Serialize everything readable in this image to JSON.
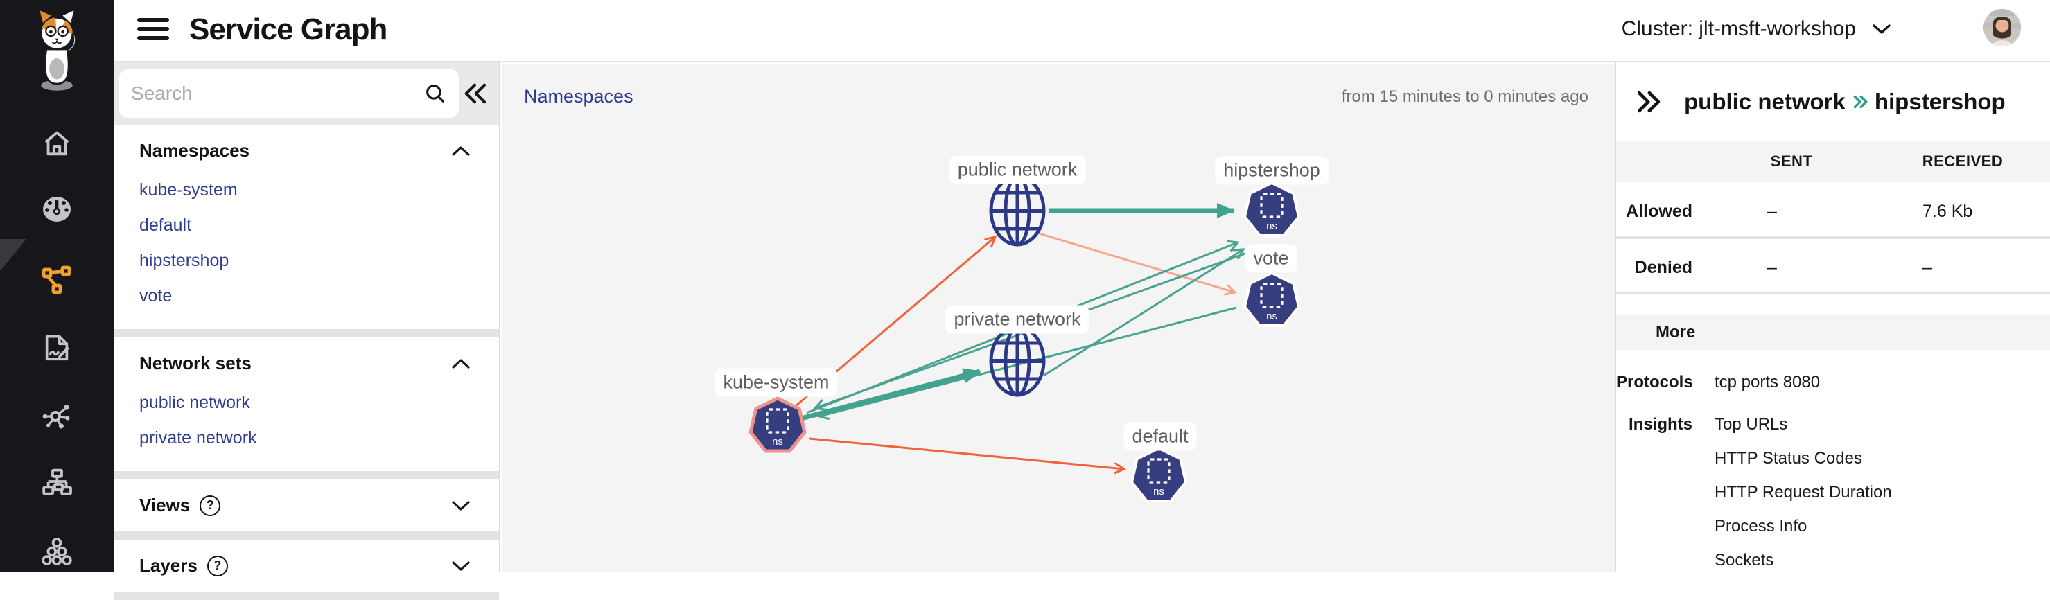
{
  "topbar": {
    "title": "Service Graph",
    "cluster_label": "Cluster: jlt-msft-workshop"
  },
  "sidebar": {
    "logo": "calico-cat",
    "icons": [
      {
        "name": "home"
      },
      {
        "name": "dashboard-gauge"
      },
      {
        "name": "service-graph",
        "active": true
      },
      {
        "name": "policies-report"
      },
      {
        "name": "flow-visualizer"
      },
      {
        "name": "network-hierarchy"
      },
      {
        "name": "clusters"
      }
    ],
    "active_color": "#efa12d"
  },
  "left_panel": {
    "search_placeholder": "Search",
    "help_glyph": "?",
    "sections": [
      {
        "title": "Namespaces",
        "expanded": true,
        "items": [
          "kube-system",
          "default",
          "hipstershop",
          "vote"
        ]
      },
      {
        "title": "Network sets",
        "expanded": true,
        "items": [
          "public network",
          "private network"
        ]
      },
      {
        "title": "Views",
        "expanded": false,
        "has_help": true,
        "items": []
      },
      {
        "title": "Layers",
        "expanded": false,
        "has_help": true,
        "items": []
      }
    ]
  },
  "canvas": {
    "view_label": "Namespaces",
    "time_range": "from 15 minutes to 0 minutes ago",
    "graph": {
      "ns_badge": "ns",
      "nodes": [
        {
          "id": "public-network",
          "label": "public network",
          "type": "network"
        },
        {
          "id": "hipstershop",
          "label": "hipstershop",
          "type": "namespace"
        },
        {
          "id": "vote",
          "label": "vote",
          "type": "namespace"
        },
        {
          "id": "private-network",
          "label": "private network",
          "type": "network"
        },
        {
          "id": "kube-system",
          "label": "kube-system",
          "type": "namespace",
          "highlighted": true
        },
        {
          "id": "default",
          "label": "default",
          "type": "namespace"
        }
      ],
      "edges": [
        {
          "from": "public-network",
          "to": "hipstershop",
          "style": "thick-teal",
          "selected": true
        },
        {
          "from": "kube-system",
          "to": "private-network",
          "style": "thick-teal"
        },
        {
          "from": "kube-system",
          "to": "public-network",
          "style": "orange"
        },
        {
          "from": "kube-system",
          "to": "default",
          "style": "orange"
        },
        {
          "from": "public-network",
          "to": "vote",
          "style": "salmon"
        },
        {
          "from": "kube-system",
          "to": "hipstershop",
          "style": "thin-teal"
        },
        {
          "from": "hipstershop",
          "to": "kube-system",
          "style": "thin-teal"
        },
        {
          "from": "private-network",
          "to": "hipstershop",
          "style": "thin-teal"
        },
        {
          "from": "vote",
          "to": "kube-system",
          "style": "thin-teal"
        }
      ],
      "colors": {
        "teal": "#3fa390",
        "orange": "#f0633a",
        "salmon": "#f4a78e",
        "node_fill": "#363e80",
        "globe_stroke": "#2c3987",
        "highlight_border": "#ef938d"
      }
    }
  },
  "details_panel": {
    "source": "public network",
    "target": "hipstershop",
    "table": {
      "col_sent": "SENT",
      "col_received": "RECEIVED",
      "rows": [
        {
          "label": "Allowed",
          "sent": "–",
          "received": "7.6 Kb"
        },
        {
          "label": "Denied",
          "sent": "–",
          "received": "–"
        }
      ]
    },
    "more_label": "More",
    "protocols_label": "Protocols",
    "protocols_value": "tcp ports 8080",
    "insights_label": "Insights",
    "insights": [
      "Top URLs",
      "HTTP Status Codes",
      "HTTP Request Duration",
      "Process Info",
      "Sockets"
    ]
  }
}
